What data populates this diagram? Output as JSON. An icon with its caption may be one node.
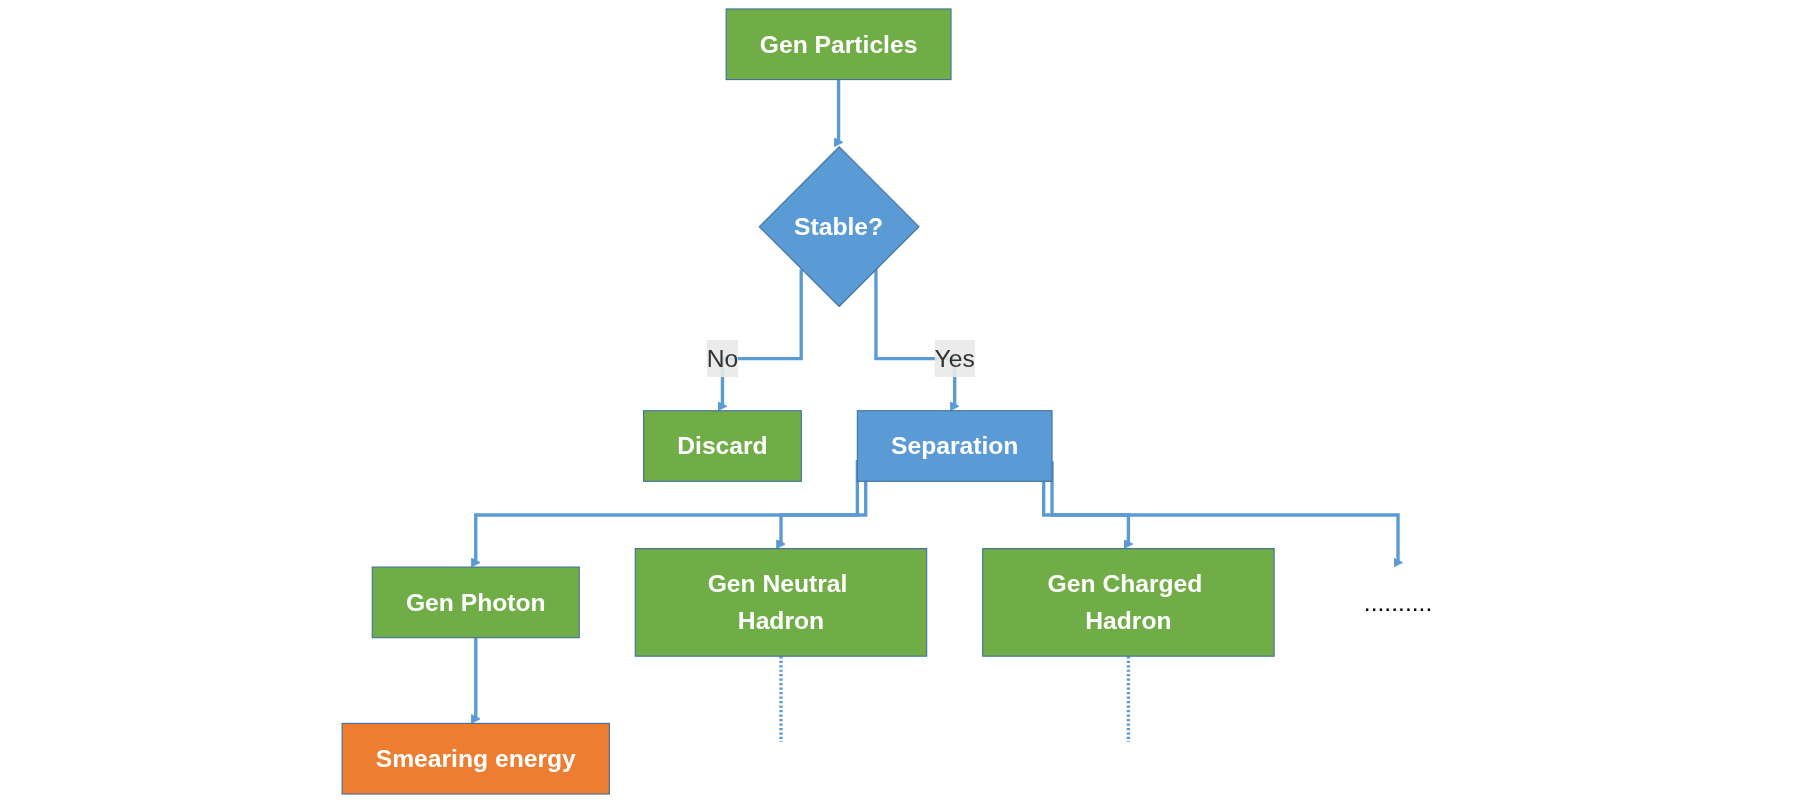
{
  "diagram": {
    "nodes": [
      {
        "text": [
          "Gen Particles"
        ]
      },
      {
        "text": [
          "Stable?"
        ]
      },
      {
        "text": [
          "Discard"
        ]
      },
      {
        "text": [
          "Separation"
        ]
      },
      {
        "text": [
          "Gen Photon"
        ]
      },
      {
        "text": [
          "Gen Neutral Hadron"
        ]
      },
      {
        "text": [
          "Gen Charged Hadron"
        ]
      },
      {
        "text": [
          ".........."
        ]
      },
      {
        "text": [
          "Smearing energy"
        ]
      }
    ],
    "edges": [
      {
        "from": 0,
        "to": 1,
        "arrow": "to"
      },
      {
        "from": 1,
        "to": 2,
        "arrow": "to",
        "label": "No"
      },
      {
        "from": 1,
        "to": 3,
        "arrow": "to",
        "label": "Yes"
      },
      {
        "from": 3,
        "to": 4,
        "arrow": "to"
      },
      {
        "from": 3,
        "to": 5,
        "arrow": "to"
      },
      {
        "from": 3,
        "to": 6,
        "arrow": "to"
      },
      {
        "from": 3,
        "to": 7,
        "arrow": "to"
      },
      {
        "from": 4,
        "to": 8,
        "arrow": "to"
      },
      {
        "from": 5,
        "to": null,
        "arrow": "none",
        "style": "dashed"
      },
      {
        "from": 6,
        "to": null,
        "arrow": "none",
        "style": "dashed"
      }
    ]
  }
}
